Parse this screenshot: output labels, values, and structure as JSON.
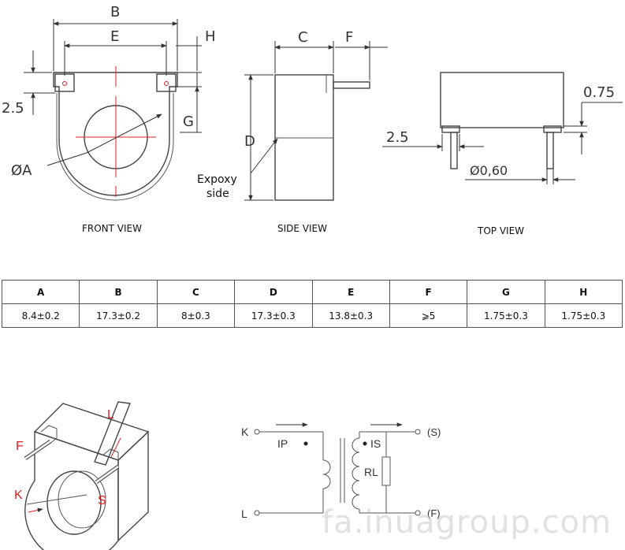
{
  "drawing": {
    "front_view_caption": "FRONT VIEW",
    "side_view_caption": "SIDE VIEW",
    "top_view_caption": "TOP VIEW",
    "labels": {
      "B": "B",
      "E": "E",
      "H": "H",
      "G": "G",
      "diameter_A": "ØA",
      "front_2_5": "2.5",
      "C": "C",
      "F": "F",
      "D": "D",
      "epoxy_line1": "Expoxy",
      "epoxy_line2": "side",
      "top_0_75": "0.75",
      "top_2_5": "2.5",
      "pin_diameter": "Ø0,60"
    }
  },
  "spec_table": {
    "headers": [
      "A",
      "B",
      "C",
      "D",
      "E",
      "F",
      "G",
      "H"
    ],
    "values": [
      "8.4±0.2",
      "17.3±0.2",
      "8±0.3",
      "17.3±0.3",
      "13.8±0.3",
      "⩾5",
      "1.75±0.3",
      "1.75±0.3"
    ]
  },
  "iso_labels": {
    "F": "F",
    "L": "L",
    "K": "K",
    "S": "S"
  },
  "schematic": {
    "K": "K",
    "L": "L",
    "IP": "IP",
    "IS": "IS",
    "RL": "RL",
    "S_term": "(S)",
    "F_term": "(F)"
  },
  "watermark": "fa.inuagroup.com"
}
